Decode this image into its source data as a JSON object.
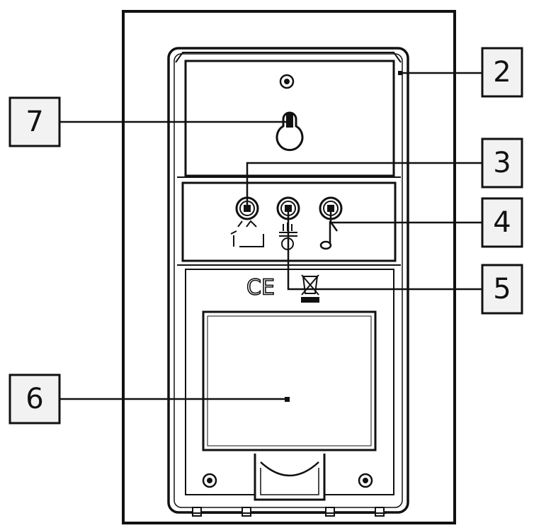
{
  "callouts": [
    {
      "id": "2",
      "label": "2"
    },
    {
      "id": "3",
      "label": "3"
    },
    {
      "id": "4",
      "label": "4"
    },
    {
      "id": "5",
      "label": "5"
    },
    {
      "id": "6",
      "label": "6"
    },
    {
      "id": "7",
      "label": "7"
    }
  ],
  "markings": {
    "ce": "CE"
  },
  "buttons": [
    {
      "name": "alarm-button",
      "icon": "alarm-icon"
    },
    {
      "name": "light-button",
      "icon": "light-icon"
    },
    {
      "name": "sound-button",
      "icon": "music-note-icon"
    }
  ]
}
